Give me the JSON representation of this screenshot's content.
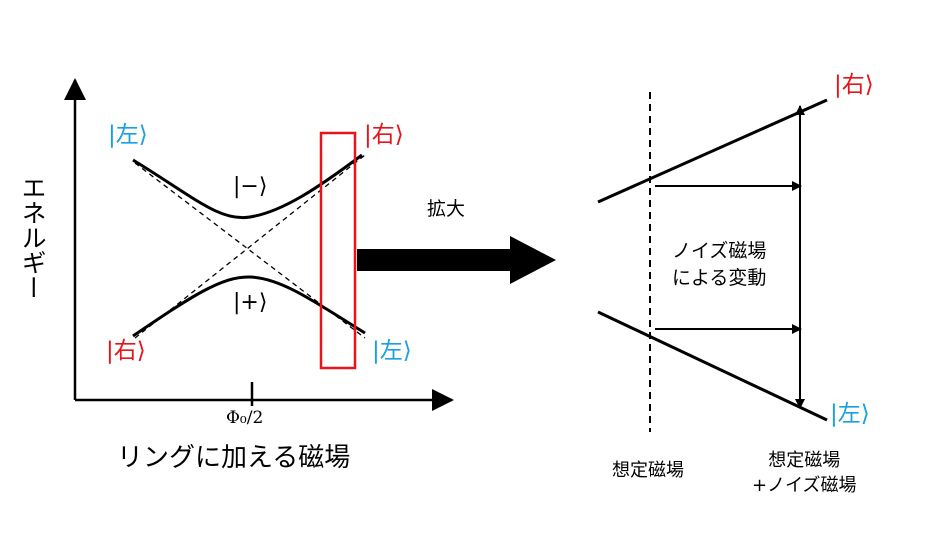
{
  "left_diagram": {
    "y_axis_label": "エネルギー",
    "x_axis_label": "リングに加える磁場",
    "x_tick_label": "Φ₀/2",
    "upper_branch_label": "|−⟩",
    "lower_branch_label": "|+⟩",
    "state_left_top": "|左⟩",
    "state_right_top": "|右⟩",
    "state_left_bottom": "|右⟩",
    "state_right_bottom": "|左⟩"
  },
  "zoom_arrow_label": "拡大",
  "right_diagram": {
    "state_top": "|右⟩",
    "state_bottom": "|左⟩",
    "shift_label_line1": "ノイズ磁場",
    "shift_label_line2": "による変動",
    "assumed_field_label": "想定磁場",
    "noise_field_label_line1": "想定磁場",
    "noise_field_label_line2": "+ノイズ磁場"
  },
  "colors": {
    "left_state": "#1aa0e0",
    "right_state": "#e8131b",
    "highlight_box": "#e8131b",
    "line": "#000000"
  }
}
